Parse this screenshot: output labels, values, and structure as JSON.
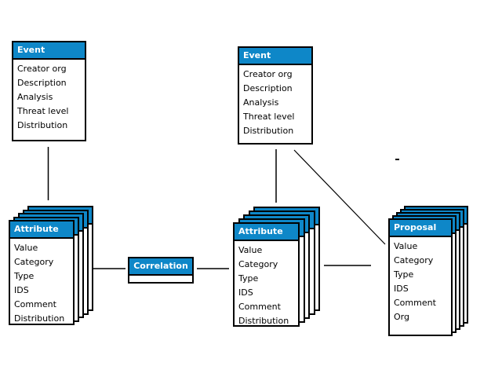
{
  "diagram": {
    "background": "#ffffff",
    "accent_color": "#0e87c8",
    "border_color": "#000000",
    "entities": {
      "event_left": {
        "title": "Event",
        "fields": [
          "Creator org",
          "Description",
          "Analysis",
          "Threat level",
          "Distribution"
        ]
      },
      "event_right": {
        "title": "Event",
        "fields": [
          "Creator org",
          "Description",
          "Analysis",
          "Threat level",
          "Distribution"
        ]
      },
      "attribute_left": {
        "title": "Attribute",
        "stacked": true,
        "fields": [
          "Value",
          "Category",
          "Type",
          "IDS",
          "Comment",
          "Distribution"
        ]
      },
      "attribute_center": {
        "title": "Attribute",
        "stacked": true,
        "fields": [
          "Value",
          "Category",
          "Type",
          "IDS",
          "Comment",
          "Distribution"
        ]
      },
      "proposal": {
        "title": "Proposal",
        "stacked": true,
        "fields": [
          "Value",
          "Category",
          "Type",
          "IDS",
          "Comment",
          "Org"
        ]
      },
      "correlation": {
        "title": "Correlation"
      }
    },
    "connections": [
      {
        "from": "event_left",
        "to": "attribute_left",
        "shape": "vertical"
      },
      {
        "from": "event_right",
        "to": "attribute_center",
        "shape": "vertical"
      },
      {
        "from": "event_right",
        "to": "proposal",
        "shape": "diagonal"
      },
      {
        "from": "attribute_left",
        "to": "correlation",
        "shape": "horizontal"
      },
      {
        "from": "correlation",
        "to": "attribute_center",
        "shape": "horizontal"
      },
      {
        "from": "attribute_center",
        "to": "proposal",
        "shape": "horizontal"
      }
    ]
  }
}
